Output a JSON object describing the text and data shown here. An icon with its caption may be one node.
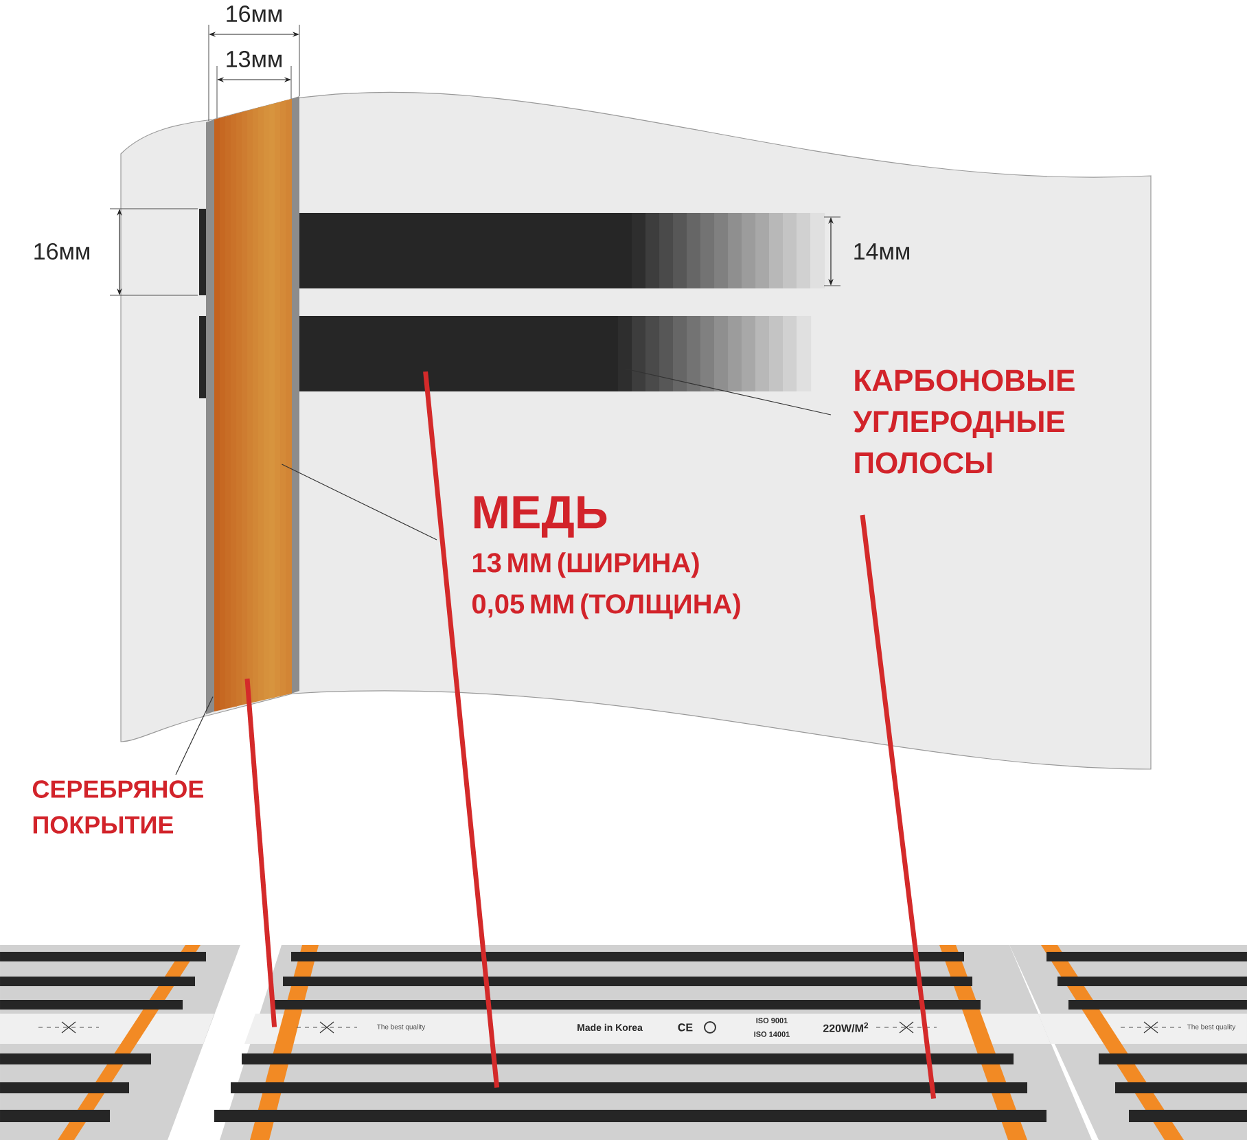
{
  "diagram": {
    "nodes": [
      {
        "text": [
          "МЕДЬ",
          "13 ММ (ШИРИНА) 0,05 ММ (ТОЛЩИНА)"
        ]
      },
      {
        "text": [
          "КАРБОНОВЫЕ УГЛЕРОДНЫЕ ПОЛОСЫ"
        ]
      },
      {
        "text": [
          "СЕРЕБРЯНОЕ ПОКРЫТИЕ"
        ]
      },
      {
        "text": [],
        "shape": "bar"
      },
      {
        "text": [],
        "shape": "bar"
      },
      {
        "text": [],
        "shape": "bar"
      },
      {
        "text": [],
        "shape": "bar"
      },
      {
        "text": [],
        "shape": "picture"
      }
    ],
    "edges": [
      {
        "from": 0,
        "to": 3,
        "arrow": "none"
      },
      {
        "from": 1,
        "to": 6,
        "arrow": "none"
      },
      {
        "from": 2,
        "to": 4,
        "arrow": "none"
      },
      {
        "from": 3,
        "to": 7,
        "arrow": "none",
        "style": "thick",
        "color": "#d42a2a"
      },
      {
        "from": 6,
        "to": 7,
        "arrow": "none",
        "style": "thick",
        "color": "#d42a2a"
      },
      {
        "from": null,
        "to": 7,
        "arrow": "none",
        "style": "thick",
        "color": "#d42a2a"
      }
    ],
    "labels": [
      "16мм",
      "13мм",
      "16мм",
      "14мм",
      "The best quality",
      "Made in Korea",
      "CE",
      "ISO 9001",
      "ISO 14001",
      "220W/M$^{2}$",
      "The best quality"
    ]
  }
}
